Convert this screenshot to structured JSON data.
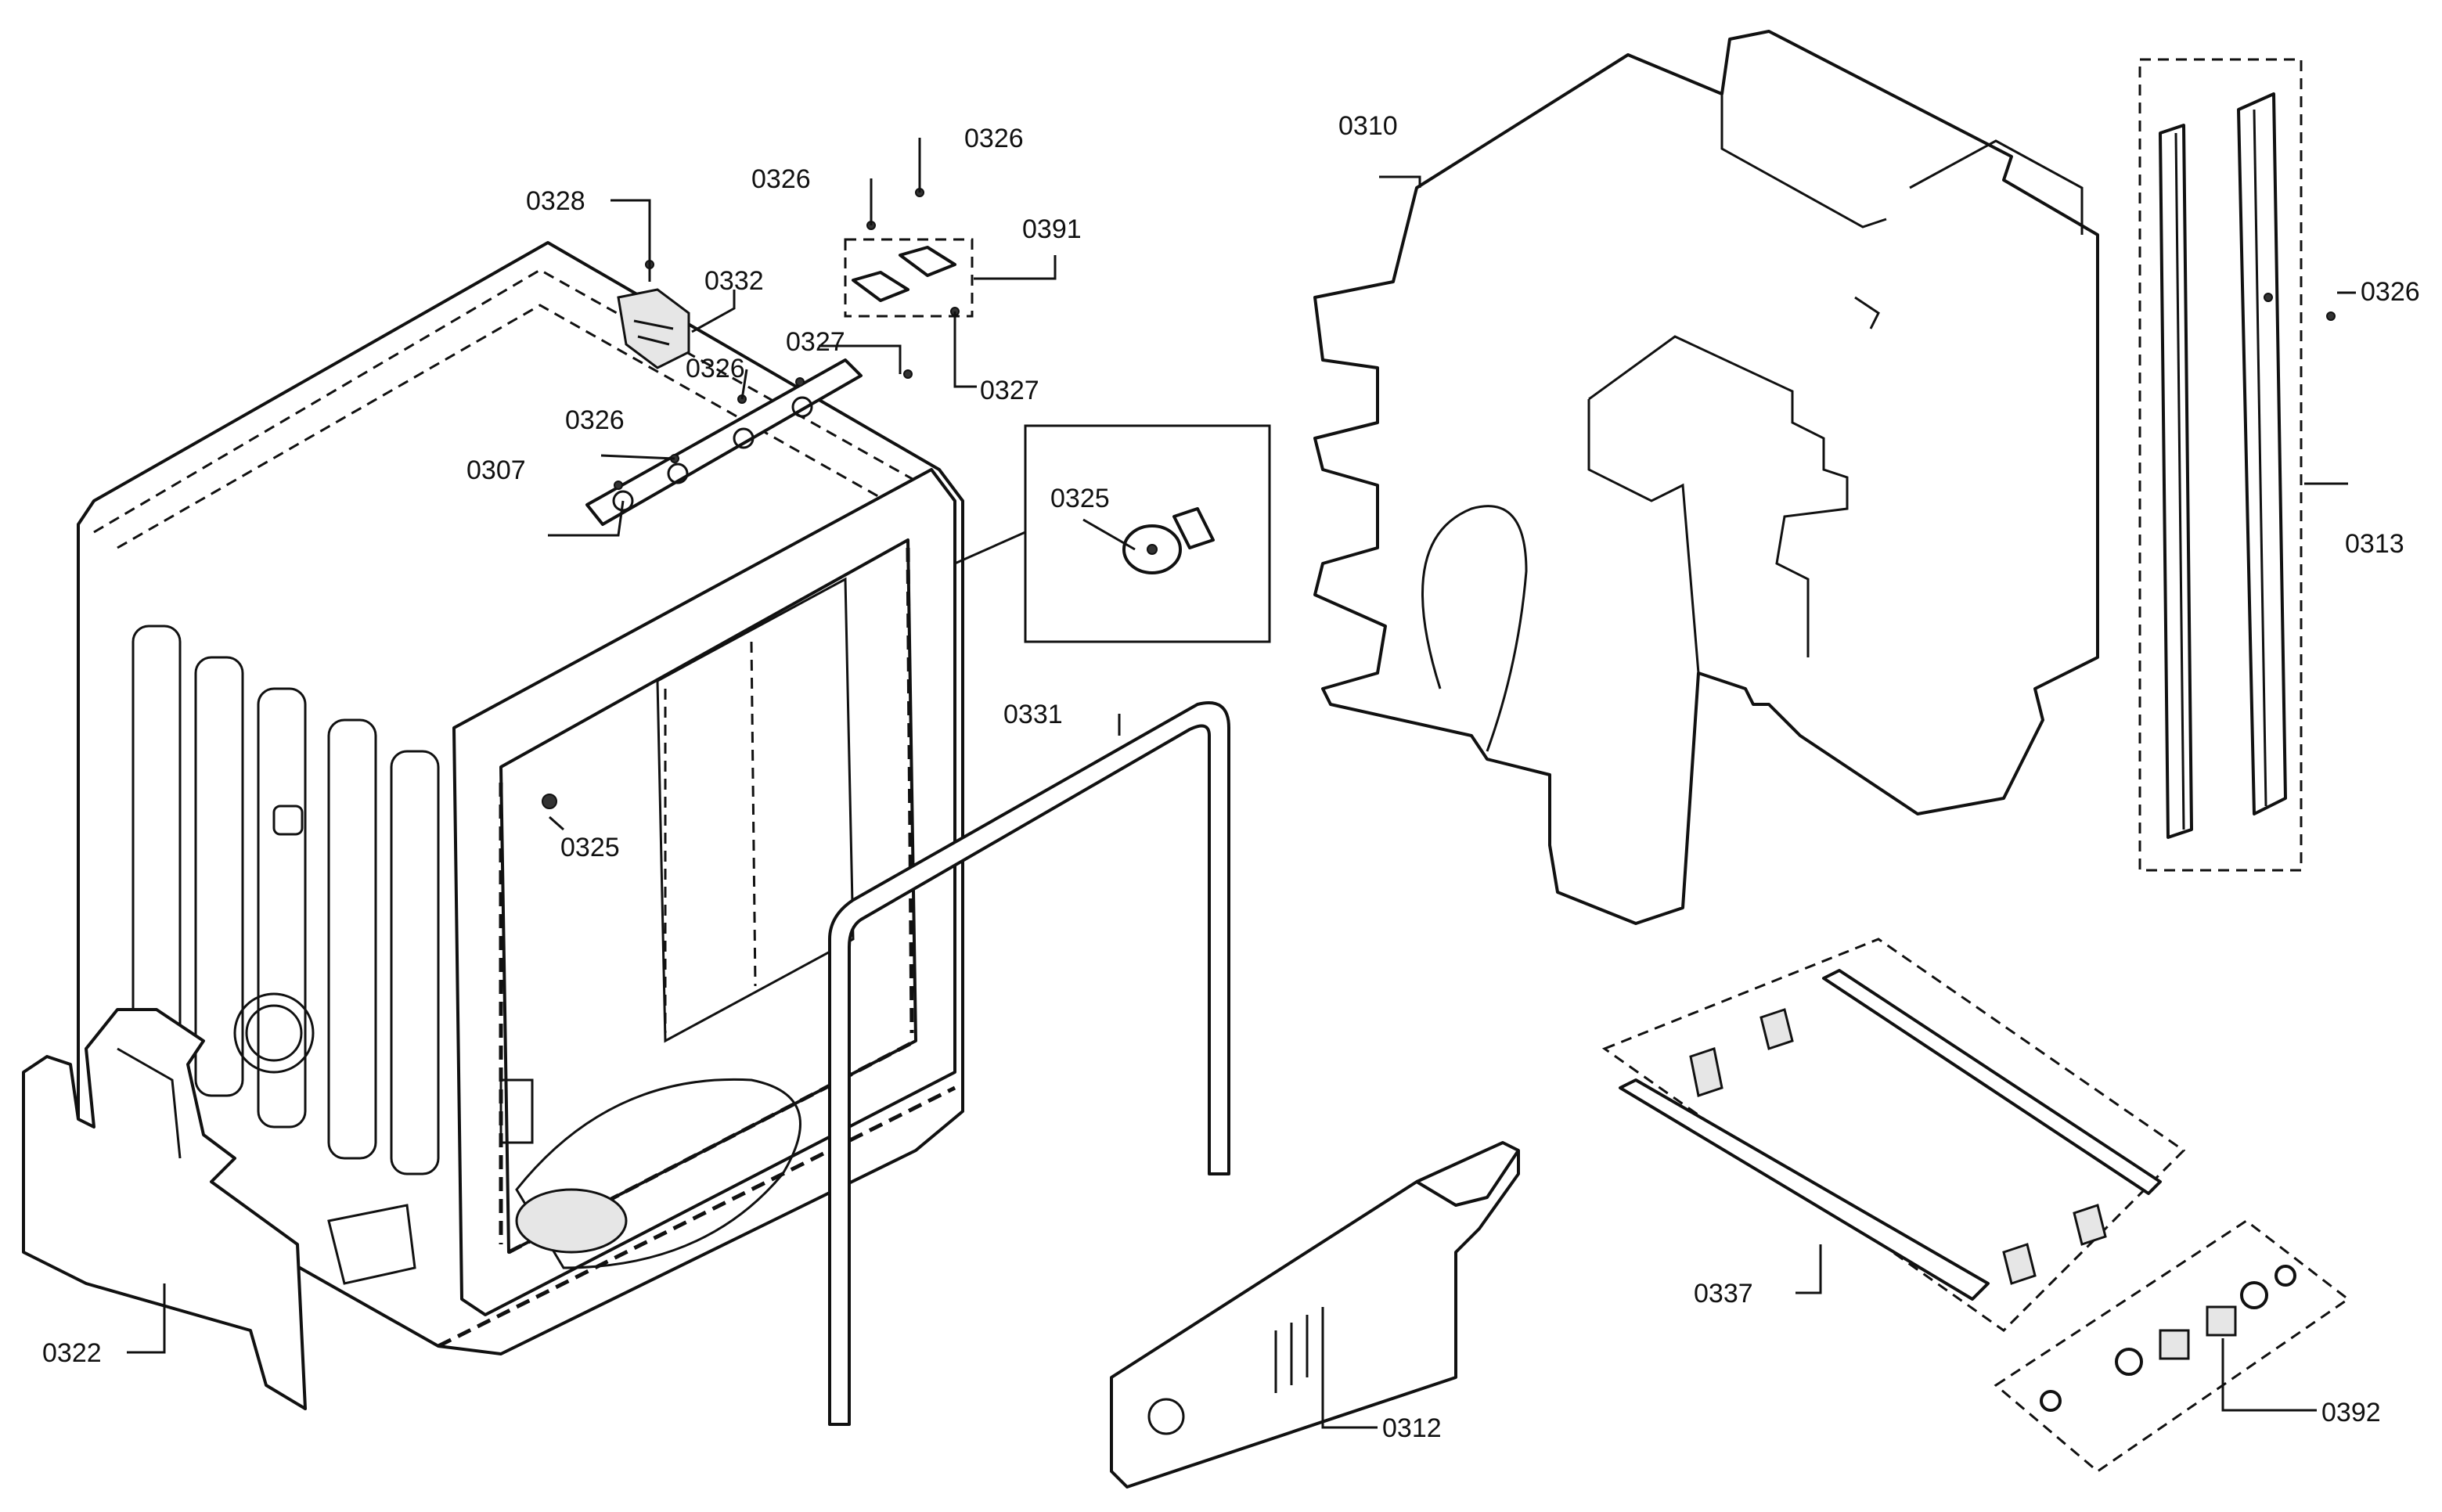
{
  "callouts": {
    "c0310": "0310",
    "c0313": "0313",
    "c0326_right": "0326",
    "c0326_top_a": "0326",
    "c0326_top_b": "0326",
    "c0391": "0391",
    "c0328": "0328",
    "c0332": "0332",
    "c0327_left": "0327",
    "c0327_right": "0327",
    "c0326_mid_a": "0326",
    "c0326_mid_b": "0326",
    "c0307": "0307",
    "c0325_detail": "0325",
    "c0325_tub": "0325",
    "c0331": "0331",
    "c0337": "0337",
    "c0392": "0392",
    "c0312": "0312",
    "c0322": "0322"
  }
}
